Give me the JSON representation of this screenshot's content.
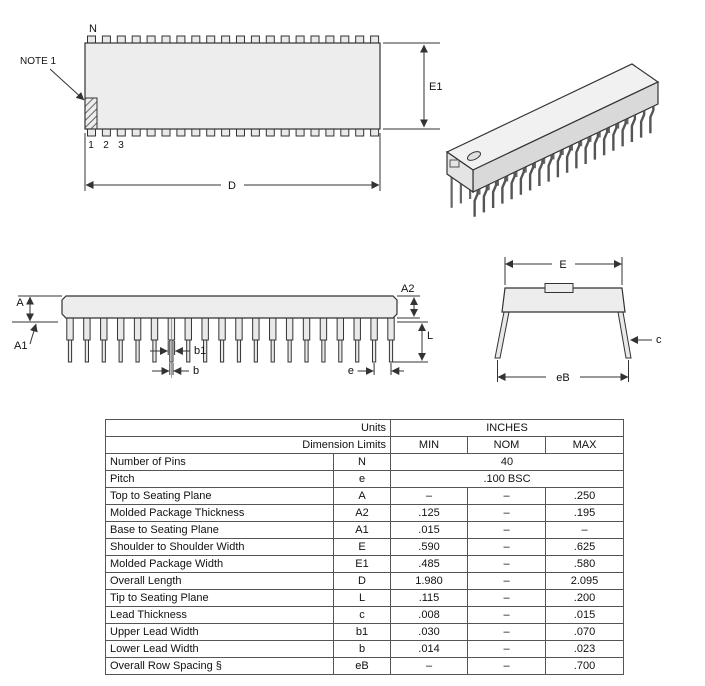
{
  "figure": {
    "top_view": {
      "n_label": "N",
      "note1_label": "NOTE 1",
      "pin_numbers": {
        "p1": "1",
        "p2": "2",
        "p3": "3"
      },
      "dim_e1": "E1",
      "dim_d": "D"
    },
    "side_view": {
      "dim_a": "A",
      "dim_a1": "A1",
      "dim_a2": "A2",
      "dim_l": "L",
      "dim_b1": "b1",
      "dim_b": "b",
      "dim_e": "e"
    },
    "end_view": {
      "dim_e": "E",
      "dim_c": "c",
      "dim_eb": "eB"
    }
  },
  "table": {
    "units_label": "Units",
    "units_value": "INCHES",
    "dimension_limits_label": "Dimension Limits",
    "col_min": "MIN",
    "col_nom": "NOM",
    "col_max": "MAX",
    "rows": [
      {
        "label": "Number of Pins",
        "sym": "N",
        "value": "40"
      },
      {
        "label": "Pitch",
        "sym": "e",
        "value": ".100 BSC"
      },
      {
        "label": "Top to Seating Plane",
        "sym": "A",
        "min": "–",
        "nom": "–",
        "max": ".250"
      },
      {
        "label": "Molded Package Thickness",
        "sym": "A2",
        "min": ".125",
        "nom": "–",
        "max": ".195"
      },
      {
        "label": "Base to Seating Plane",
        "sym": "A1",
        "min": ".015",
        "nom": "–",
        "max": "–"
      },
      {
        "label": "Shoulder to Shoulder Width",
        "sym": "E",
        "min": ".590",
        "nom": "–",
        "max": ".625"
      },
      {
        "label": "Molded Package Width",
        "sym": "E1",
        "min": ".485",
        "nom": "–",
        "max": ".580"
      },
      {
        "label": "Overall Length",
        "sym": "D",
        "min": "1.980",
        "nom": "–",
        "max": "2.095"
      },
      {
        "label": "Tip to Seating Plane",
        "sym": "L",
        "min": ".115",
        "nom": "–",
        "max": ".200"
      },
      {
        "label": "Lead Thickness",
        "sym": "c",
        "min": ".008",
        "nom": "–",
        "max": ".015"
      },
      {
        "label": "Upper Lead Width",
        "sym": "b1",
        "min": ".030",
        "nom": "–",
        "max": ".070"
      },
      {
        "label": "Lower Lead Width",
        "sym": "b",
        "min": ".014",
        "nom": "–",
        "max": ".023"
      },
      {
        "label": "Overall Row Spacing §",
        "sym": "eB",
        "min": "–",
        "nom": "–",
        "max": ".700"
      }
    ]
  }
}
